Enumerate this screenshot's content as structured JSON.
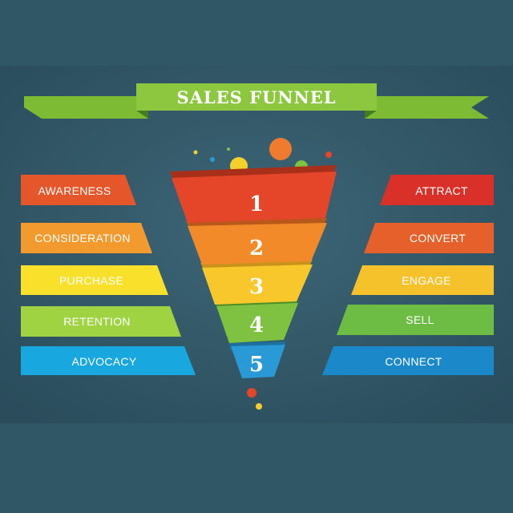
{
  "title": "SALES FUNNEL",
  "stages": [
    {
      "number": "1",
      "left_label": "AWARENESS",
      "right_label": "ATTRACT",
      "color": "#e5462a"
    },
    {
      "number": "2",
      "left_label": "CONSIDERATION",
      "right_label": "CONVERT",
      "color": "#f28a2a"
    },
    {
      "number": "3",
      "left_label": "PURCHASE",
      "right_label": "ENGAGE",
      "color": "#f7c72c"
    },
    {
      "number": "4",
      "left_label": "RETENTION",
      "right_label": "SELL",
      "color": "#7fc241"
    },
    {
      "number": "5",
      "left_label": "ADVOCACY",
      "right_label": "CONNECT",
      "color": "#2a9ad6"
    }
  ],
  "colors": {
    "page_background": "#2f5766",
    "panel_background": "#33566a",
    "banner_green": "#8dc63f",
    "banner_dark_green": "#4d9a2a"
  }
}
